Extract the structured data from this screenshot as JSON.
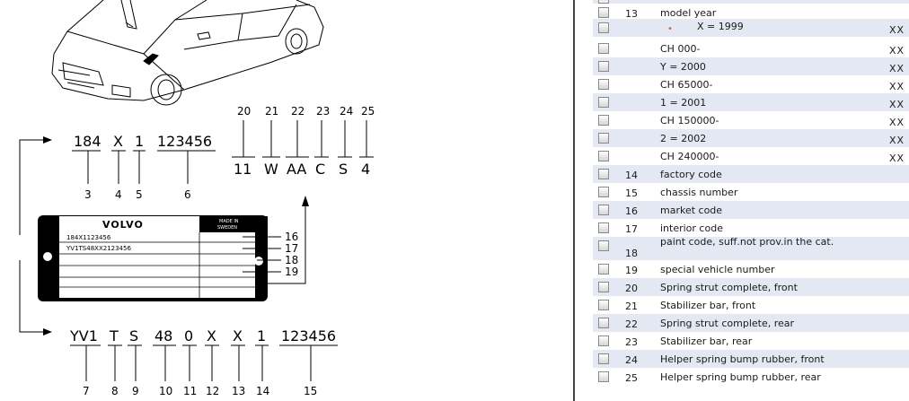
{
  "diagram": {
    "plate_top_codes": [
      "184",
      "X",
      "1",
      "123456"
    ],
    "plate_top_indices": [
      "3",
      "4",
      "5",
      "6"
    ],
    "right_codes": [
      "11",
      "W",
      "AA",
      "C",
      "S",
      "4"
    ],
    "right_indices": [
      "20",
      "21",
      "22",
      "23",
      "24",
      "25"
    ],
    "plate_brand": "VOLVO",
    "plate_made_in": "MADE IN",
    "plate_country": "SWEDEN",
    "plate_line1": "184X1123456",
    "plate_line2": "YV1TS48XX2123456",
    "plate_refs": [
      "16",
      "17",
      "18",
      "19"
    ],
    "vin_codes": [
      "YV1",
      "T",
      "S",
      "48",
      "0",
      "X",
      "X",
      "1",
      "123456"
    ],
    "vin_indices": [
      "7",
      "8",
      "9",
      "10",
      "11",
      "12",
      "13",
      "14",
      "15"
    ]
  },
  "parts": {
    "rows": [
      {
        "num": "13",
        "desc": "model year",
        "qty": "",
        "shaded": false
      },
      {
        "num": "",
        "desc": "X = 1999",
        "qty": "XX",
        "shaded": true,
        "bullet": "•"
      },
      {
        "num": "",
        "desc": "CH 000-",
        "qty": "XX",
        "shaded": false
      },
      {
        "num": "",
        "desc": "Y = 2000",
        "qty": "XX",
        "shaded": true
      },
      {
        "num": "",
        "desc": "CH 65000-",
        "qty": "XX",
        "shaded": false
      },
      {
        "num": "",
        "desc": "1 = 2001",
        "qty": "XX",
        "shaded": true
      },
      {
        "num": "",
        "desc": "CH 150000-",
        "qty": "XX",
        "shaded": false
      },
      {
        "num": "",
        "desc": "2 = 2002",
        "qty": "XX",
        "shaded": true
      },
      {
        "num": "",
        "desc": "CH 240000-",
        "qty": "XX",
        "shaded": false
      },
      {
        "num": "14",
        "desc": "factory code",
        "qty": "",
        "shaded": true
      },
      {
        "num": "15",
        "desc": "chassis number",
        "qty": "",
        "shaded": false
      },
      {
        "num": "16",
        "desc": "market code",
        "qty": "",
        "shaded": true
      },
      {
        "num": "17",
        "desc": "interior code",
        "qty": "",
        "shaded": false
      },
      {
        "num": "18",
        "desc": "paint code, suff.not prov.in the cat.",
        "qty": "",
        "shaded": true
      },
      {
        "num": "19",
        "desc": "special vehicle number",
        "qty": "",
        "shaded": false
      },
      {
        "num": "20",
        "desc": "Spring strut complete, front",
        "qty": "",
        "shaded": true
      },
      {
        "num": "21",
        "desc": "Stabilizer bar, front",
        "qty": "",
        "shaded": false
      },
      {
        "num": "22",
        "desc": "Spring strut complete, rear",
        "qty": "",
        "shaded": true
      },
      {
        "num": "23",
        "desc": "Stabilizer bar, rear",
        "qty": "",
        "shaded": false
      },
      {
        "num": "24",
        "desc": "Helper spring bump rubber, front",
        "qty": "",
        "shaded": true
      },
      {
        "num": "25",
        "desc": "Helper spring bump rubber, rear",
        "qty": "",
        "shaded": false
      }
    ]
  }
}
